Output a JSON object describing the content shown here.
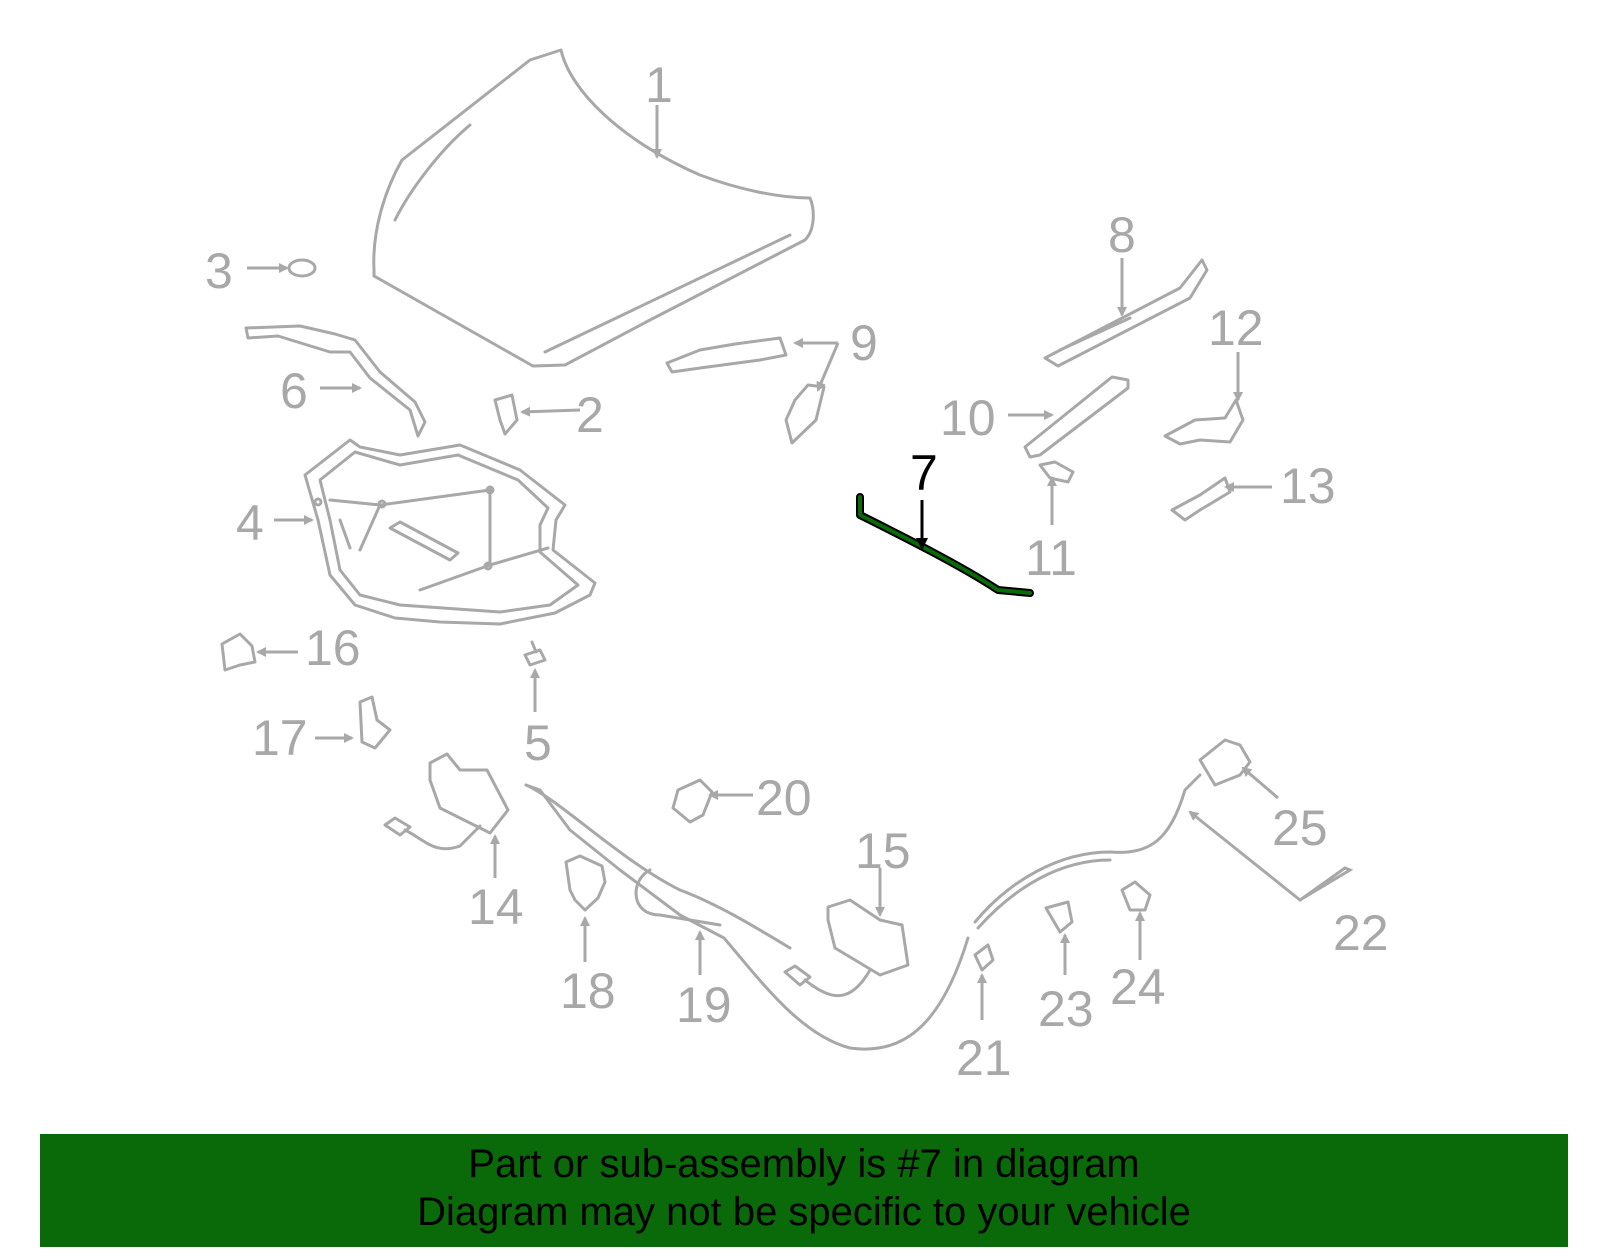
{
  "diagram": {
    "colors": {
      "part": "#a8a8a8",
      "highlight_part": "#0a6a0a",
      "highlight_callout": "#000000",
      "background": "#ffffff"
    },
    "highlighted_callout": "7",
    "callouts": [
      "1",
      "2",
      "3",
      "4",
      "5",
      "6",
      "7",
      "8",
      "9",
      "10",
      "11",
      "12",
      "13",
      "14",
      "15",
      "16",
      "17",
      "18",
      "19",
      "20",
      "21",
      "22",
      "23",
      "24",
      "25"
    ]
  },
  "banner": {
    "line1": "Part or sub-assembly is #7 in diagram",
    "line2": "Diagram may not be specific to your vehicle",
    "color": "#0a6a0a"
  }
}
